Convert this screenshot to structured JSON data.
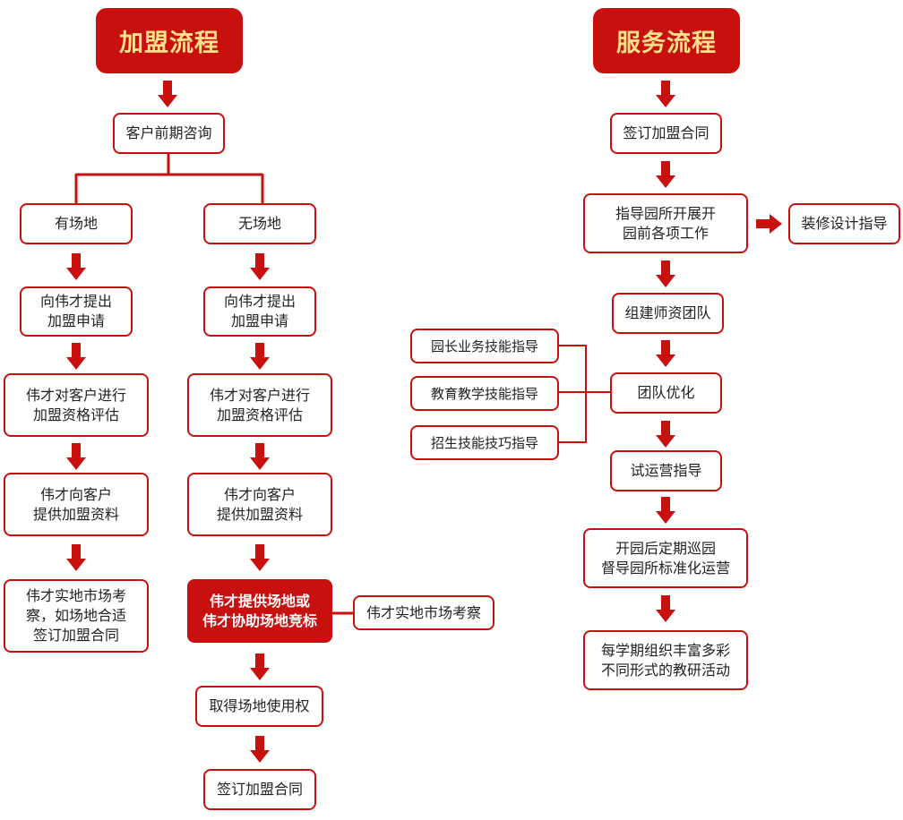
{
  "colors": {
    "accent": "#c8100f",
    "title_text": "#ffe08a"
  },
  "franchise": {
    "title": "加盟流程",
    "consult": "客户前期咨询",
    "has_site": {
      "label": "有场地",
      "steps": [
        "向伟才提出\n加盟申请",
        "伟才对客户进行\n加盟资格评估",
        "伟才向客户\n提供加盟资料",
        "伟才实地市场考\n察，如场地合适\n签订加盟合同"
      ]
    },
    "no_site": {
      "label": "无场地",
      "steps": [
        "向伟才提出\n加盟申请",
        "伟才对客户进行\n加盟资格评估",
        "伟才向客户\n提供加盟资料",
        "伟才提供场地或\n伟才协助场地竞标",
        "取得场地使用权",
        "签订加盟合同"
      ],
      "side_note": "伟才实地市场考察"
    }
  },
  "service": {
    "title": "服务流程",
    "steps": [
      "签订加盟合同",
      "指导园所开展开\n园前各项工作",
      "组建师资团队",
      "团队优化",
      "试运营指导",
      "开园后定期巡园\n督导园所标准化运营",
      "每学期组织丰富多彩\n不同形式的教研活动"
    ],
    "side_decoration": "装修设计指导",
    "optimization_items": [
      "园长业务技能指导",
      "教育教学技能指导",
      "招生技能技巧指导"
    ]
  }
}
